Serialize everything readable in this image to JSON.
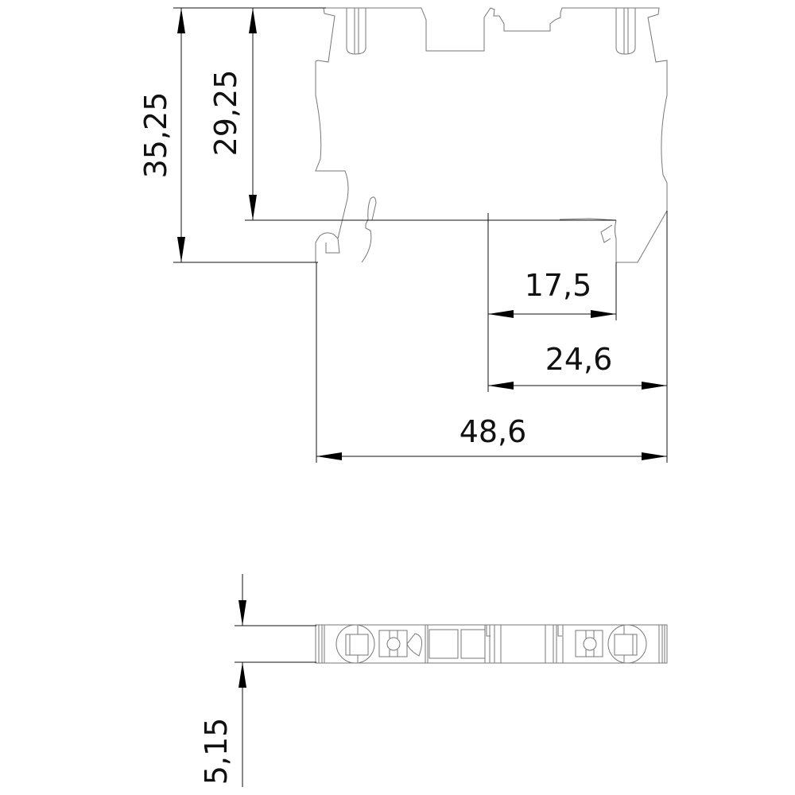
{
  "drawing": {
    "side_view": {
      "dim_total_height": "35,25",
      "dim_height_to_rail": "29,25",
      "dim_offset_small": "17,5",
      "dim_offset_large": "24,6",
      "dim_total_width": "48,6"
    },
    "top_view": {
      "dim_thickness": "5,15"
    },
    "line_color": "#777777",
    "dimension_color": "#111111"
  }
}
